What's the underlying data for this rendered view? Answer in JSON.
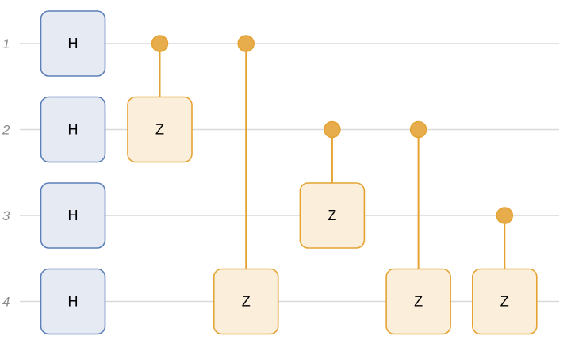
{
  "circuit": {
    "wires": [
      "1",
      "2",
      "3",
      "4"
    ],
    "colors": {
      "wire": "#d9d9d9",
      "label": "#8a8a8a",
      "h_fill": "#e6eaf3",
      "h_stroke": "#5b7fb8",
      "z_fill": "#fbeedb",
      "z_stroke": "#e4a332",
      "control_fill": "#e7ad4c"
    },
    "hadamards": [
      {
        "label": "H",
        "wire": 0
      },
      {
        "label": "H",
        "wire": 1
      },
      {
        "label": "H",
        "wire": 2
      },
      {
        "label": "H",
        "wire": 3
      }
    ],
    "controlled_gates": [
      {
        "label": "Z",
        "control": 0,
        "target": 1
      },
      {
        "label": "Z",
        "control": 0,
        "target": 3
      },
      {
        "label": "Z",
        "control": 1,
        "target": 2
      },
      {
        "label": "Z",
        "control": 1,
        "target": 3
      },
      {
        "label": "Z",
        "control": 2,
        "target": 3
      }
    ]
  }
}
